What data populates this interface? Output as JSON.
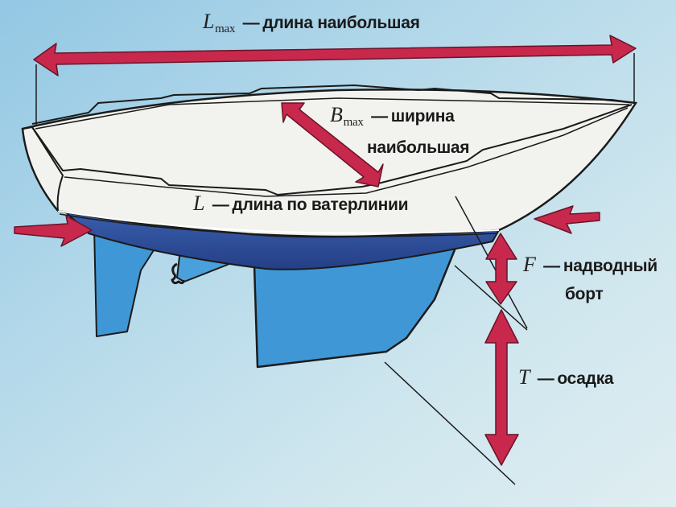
{
  "diagram": {
    "subject": "Main dimensions of a sailing yacht hull",
    "colors": {
      "water_light": "#d6ecf1",
      "water_mid": "#8fc4df",
      "water_dark": "#5aa6d4",
      "hull_topsides": "#f2f2ee",
      "hull_bottom": "#2d4f9a",
      "keel_rudder": "#3f97d6",
      "arrow": "#c8284c",
      "outline": "#1b1b1b"
    },
    "labels": {
      "lmax": {
        "symbol": "L",
        "subscript": "max",
        "dash": "—",
        "text": "длина наибольшая"
      },
      "bmax": {
        "symbol": "B",
        "subscript": "max",
        "dash": "—",
        "text_line1": "ширина",
        "text_line2": "наибольшая"
      },
      "lwl": {
        "symbol": "L",
        "dash": "—",
        "text": "длина по ватерлинии"
      },
      "freeboard": {
        "symbol": "F",
        "dash": "—",
        "text_line1": "надводный",
        "text_line2": "борт"
      },
      "draft": {
        "symbol": "T",
        "dash": "—",
        "text": "осадка"
      }
    },
    "parts": [
      "hull",
      "deck",
      "waterline",
      "rudder",
      "propeller",
      "fin-keel"
    ]
  }
}
